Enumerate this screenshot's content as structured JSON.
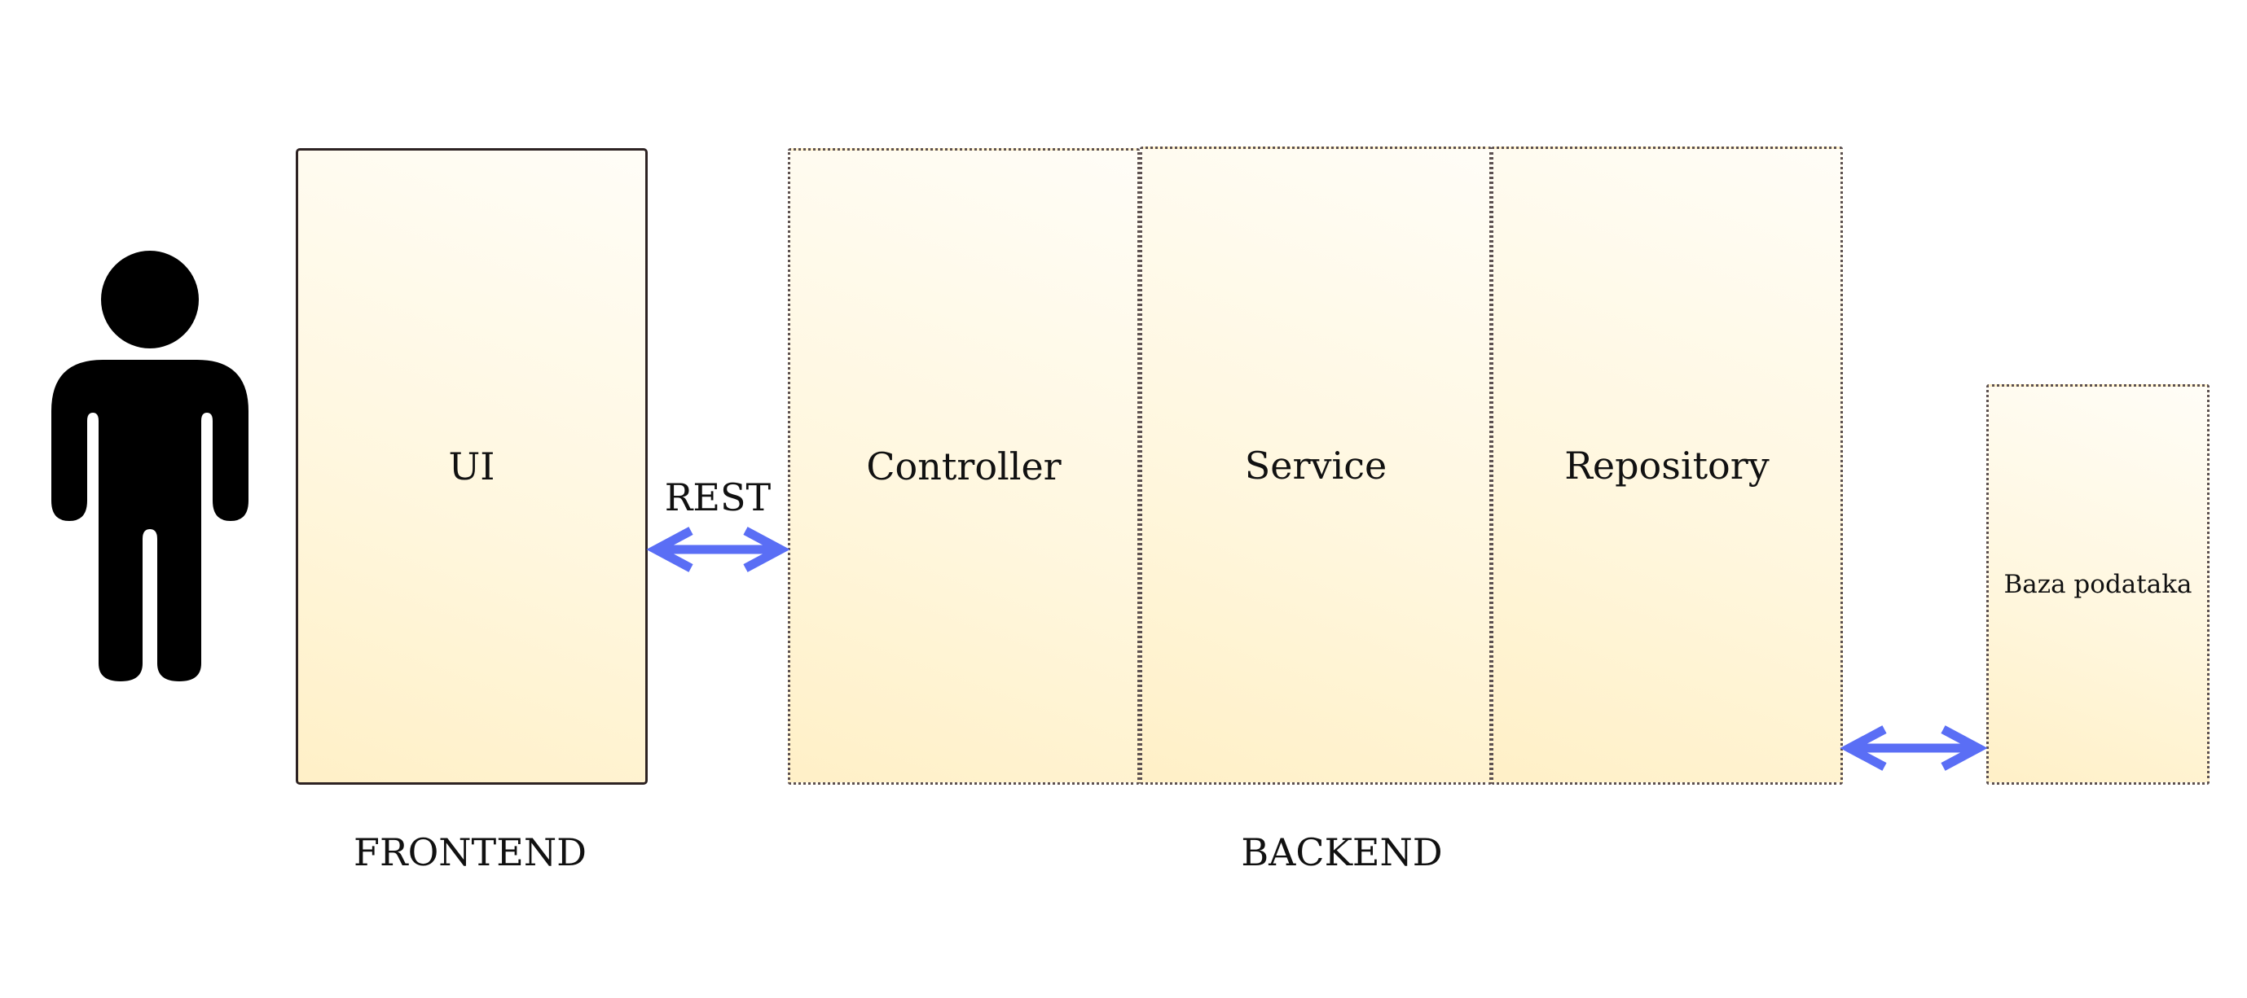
{
  "diagram": {
    "person": {
      "icon": "person-icon"
    },
    "frontend": {
      "ui_label": "UI",
      "caption": "FRONTEND"
    },
    "connector_rest": {
      "label": "REST",
      "icon": "double-arrow-icon",
      "color": "#5a6ef5"
    },
    "backend": {
      "controller_label": "Controller",
      "service_label": "Service",
      "repository_label": "Repository",
      "caption": "BACKEND"
    },
    "connector_db": {
      "icon": "double-arrow-icon",
      "color": "#5a6ef5"
    },
    "database": {
      "label": "Baza podataka"
    }
  }
}
